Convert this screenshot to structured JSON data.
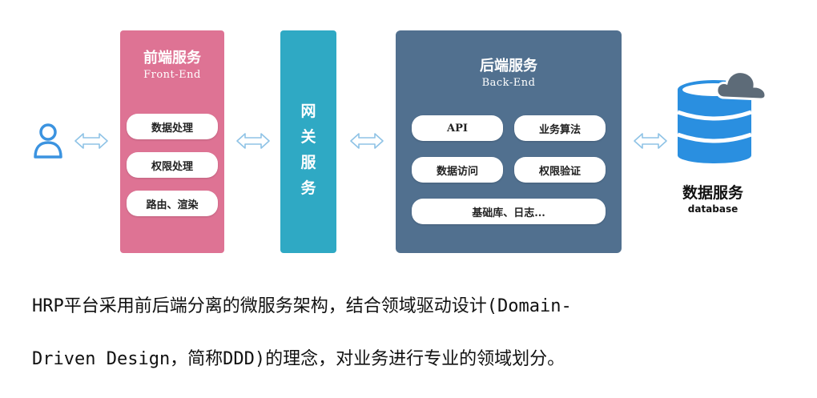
{
  "frontend": {
    "title": "前端服务",
    "subtitle": "Front-End",
    "items": [
      "数据处理",
      "权限处理",
      "路由、渲染"
    ]
  },
  "gateway": {
    "chars": [
      "网",
      "关",
      "服",
      "务"
    ]
  },
  "backend": {
    "title": "后端服务",
    "subtitle": "Back-End",
    "items": [
      "API",
      "业务算法",
      "数据访问",
      "权限验证",
      "基础库、日志..."
    ]
  },
  "database": {
    "title": "数据服务",
    "subtitle": "database"
  },
  "paragraph": {
    "line1": "  HRP平台采用前后端分离的微服务架构，结合领域驱动设计(Domain-",
    "line2": "Driven Design，简称DDD)的理念，对业务进行专业的领域划分。"
  },
  "colors": {
    "front": "#de7394",
    "gateway": "#2fa9c4",
    "back": "#51708f",
    "db_blue": "#2a8fe0",
    "cloud": "#5d6b78",
    "arrow_outline": "#8fc3e6",
    "user_icon": "#3b93e0"
  }
}
